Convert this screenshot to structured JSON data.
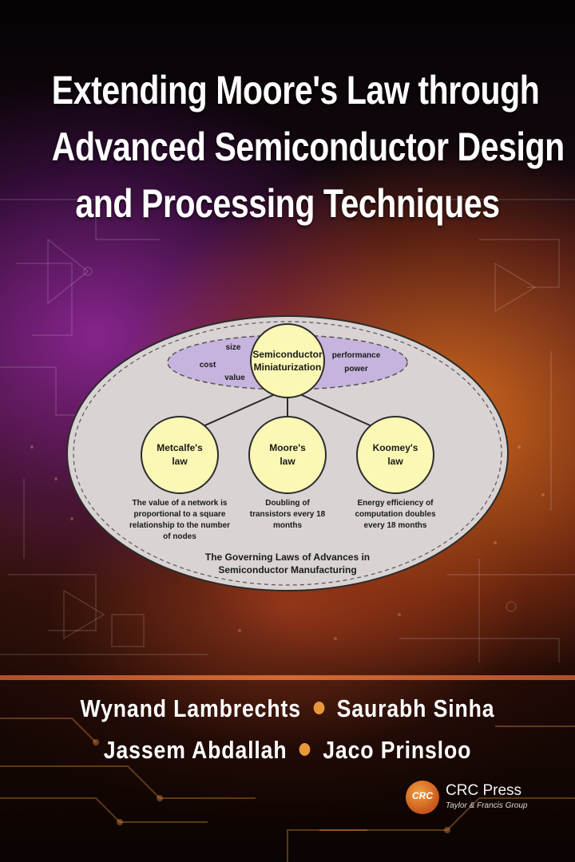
{
  "title": {
    "lines": [
      "Extending Moore's Law through",
      "Advanced Semiconductor Design",
      "and Processing Techniques"
    ]
  },
  "diagram": {
    "center": {
      "line1": "Semiconductor",
      "line2": "Miniaturization"
    },
    "attributes": {
      "size": "size",
      "cost": "cost",
      "value": "value",
      "performance": "performance",
      "power": "power"
    },
    "laws": [
      {
        "name1": "Metcalfe's",
        "name2": "law",
        "desc": [
          "The value of a network is",
          "proportional to a square",
          "relationship to the number",
          "of nodes"
        ]
      },
      {
        "name1": "Moore's",
        "name2": "law",
        "desc": [
          "Doubling of",
          "transistors every 18",
          "months"
        ]
      },
      {
        "name1": "Koomey's",
        "name2": "law",
        "desc": [
          "Energy efficiency of",
          "computation doubles",
          "every 18 months"
        ]
      }
    ],
    "caption": {
      "line1": "The Governing Laws of Advances in",
      "line2": "Semiconductor Manufacturing"
    },
    "colors": {
      "ellipse": "#d9d3d3",
      "inner_ellipse": "#c7b4de",
      "circle": "#fbf7b4"
    }
  },
  "authors": {
    "line1": [
      "Wynand Lambrechts",
      "Saurabh Sinha"
    ],
    "line2": [
      "Jassem Abdallah",
      "Jaco Prinsloo"
    ],
    "separator_color": "#e8983a"
  },
  "publisher": {
    "logo_text": "CRC",
    "name": "CRC Press",
    "group": "Taylor & Francis Group"
  }
}
